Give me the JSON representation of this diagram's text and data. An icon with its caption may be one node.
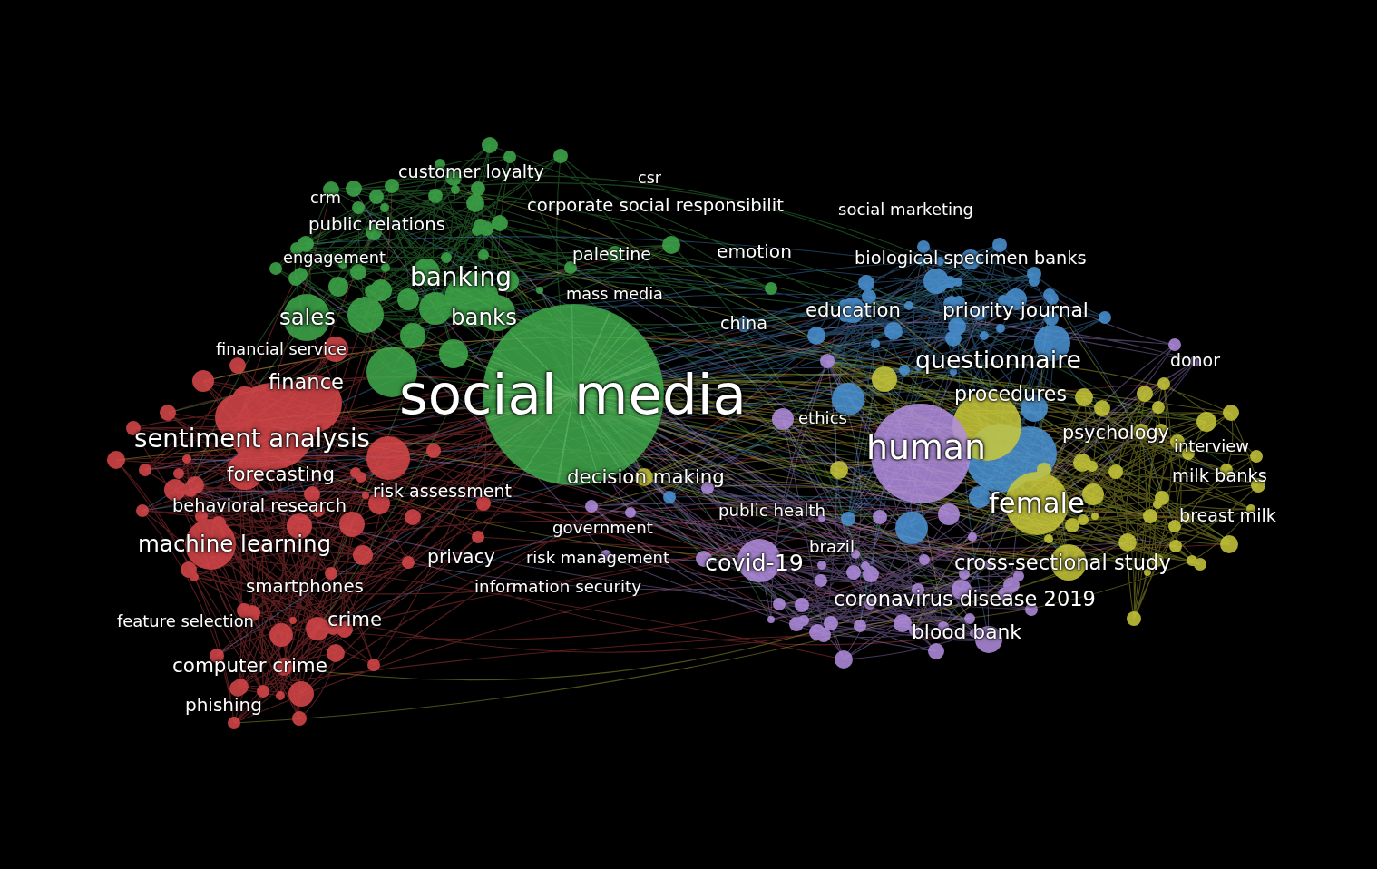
{
  "diagram": {
    "labels": [
      "customer loyalty",
      "csr",
      "crm",
      "corporate social responsibilit",
      "social marketing",
      "public relations",
      "engagement",
      "palestine",
      "emotion",
      "biological specimen banks",
      "banking",
      "mass media",
      "sales",
      "banks",
      "china",
      "education",
      "priority journal",
      "financial service",
      "questionnaire",
      "donor",
      "finance",
      "social media",
      "procedures",
      "ethics",
      "sentiment analysis",
      "human",
      "psychology",
      "interview",
      "forecasting",
      "decision making",
      "milk banks",
      "risk assessment",
      "behavioral research",
      "public health",
      "female",
      "breast milk",
      "government",
      "machine learning",
      "privacy",
      "risk management",
      "covid-19",
      "brazil",
      "cross-sectional study",
      "smartphones",
      "information security",
      "coronavirus disease 2019",
      "feature selection",
      "crime",
      "blood bank",
      "computer crime",
      "phishing"
    ]
  }
}
